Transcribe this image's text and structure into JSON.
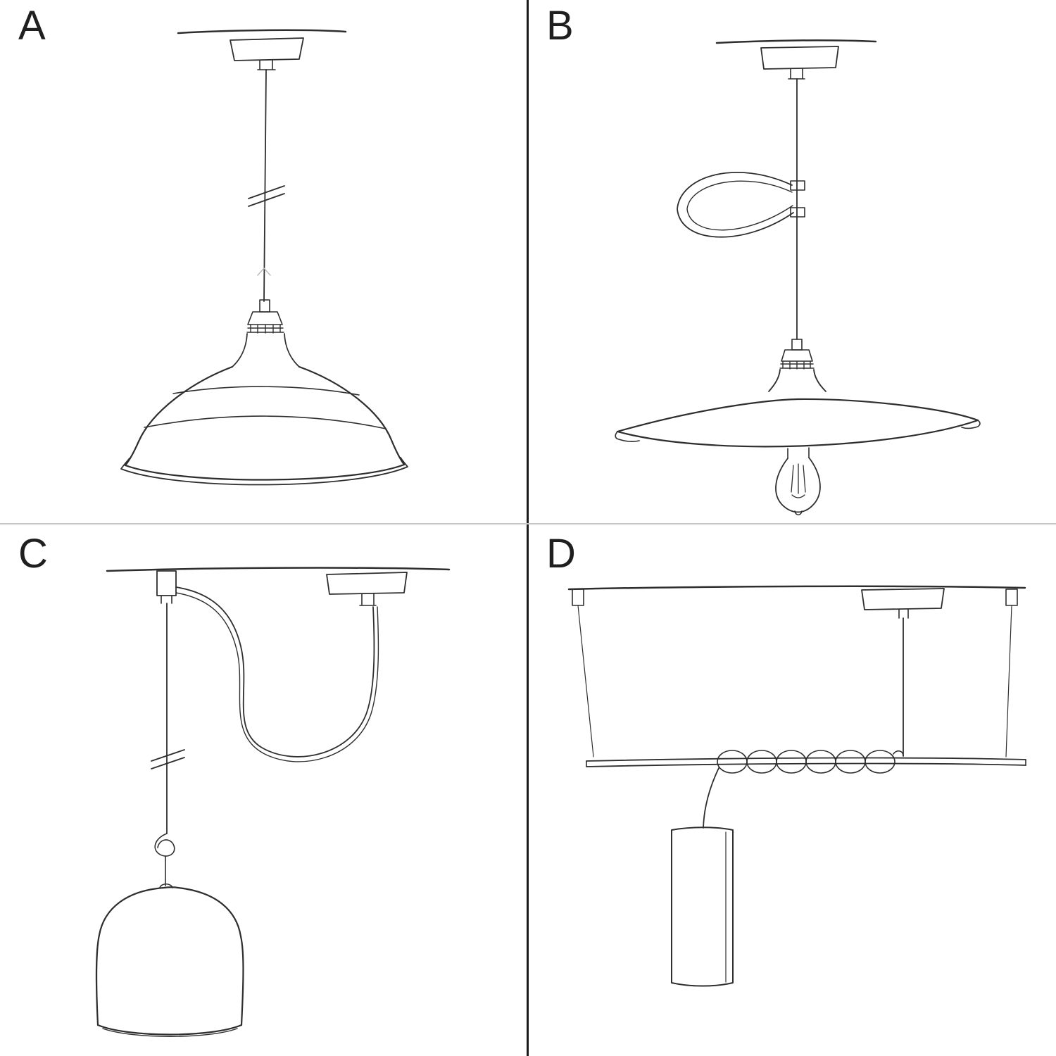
{
  "panels": [
    {
      "label": "A"
    },
    {
      "label": "B"
    },
    {
      "label": "C"
    },
    {
      "label": "D"
    }
  ],
  "colors": {
    "ink": "#2e2e2e",
    "background": "#ffffff",
    "divider_vertical": "#1a1a1a",
    "divider_horizontal": "#c6c6c6",
    "label_text": "#1f1f1f"
  }
}
